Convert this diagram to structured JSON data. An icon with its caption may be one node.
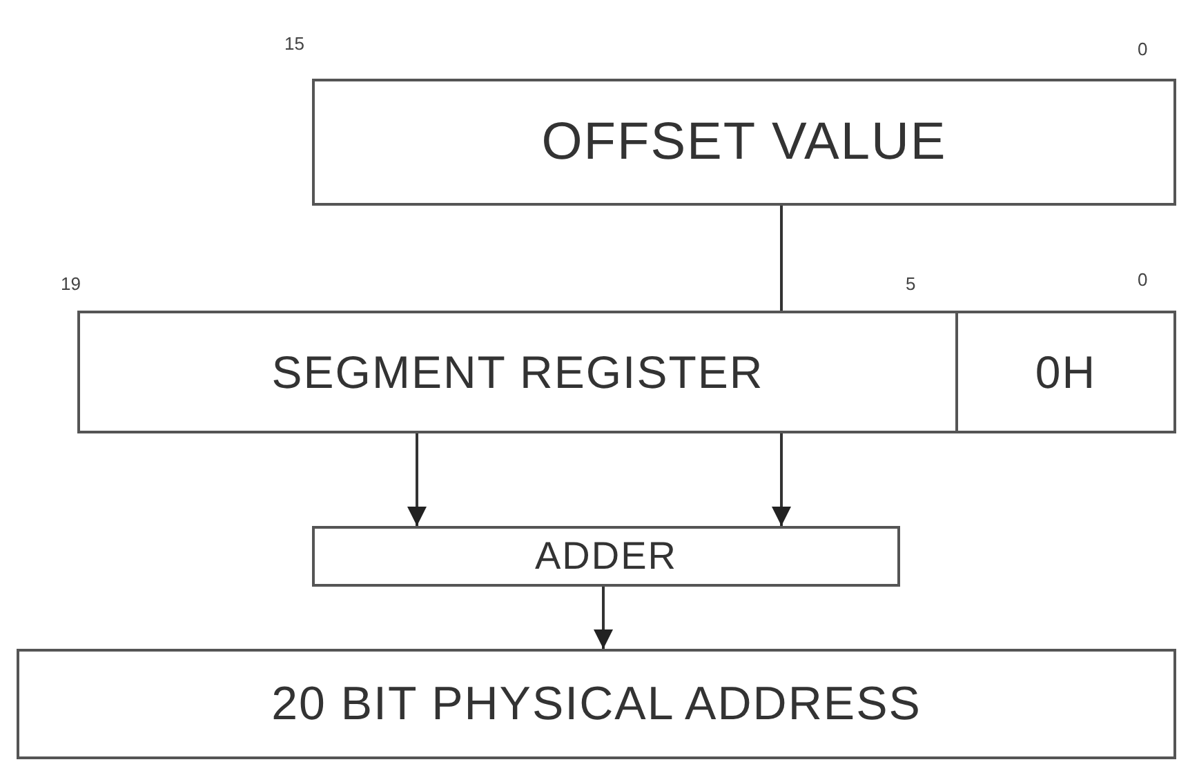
{
  "diagram": {
    "nodes": [
      {
        "text": [
          "OFFSET VALUE"
        ]
      },
      {
        "text": [
          "SEGMENT REGISTER"
        ]
      },
      {
        "text": [
          "0H"
        ]
      },
      {
        "text": [
          "ADDER"
        ]
      },
      {
        "text": [
          "20 BIT PHYSICAL ADDRESS"
        ]
      }
    ],
    "edges": [
      {
        "from": 0,
        "to": 1,
        "arrow": "none"
      },
      {
        "from": 1,
        "to": 3,
        "arrow": "to"
      },
      {
        "from": 1,
        "to": 3,
        "arrow": "to"
      },
      {
        "from": 3,
        "to": 4,
        "arrow": "to"
      }
    ],
    "labels": [
      "15",
      "0",
      "19",
      "5",
      "0"
    ]
  }
}
